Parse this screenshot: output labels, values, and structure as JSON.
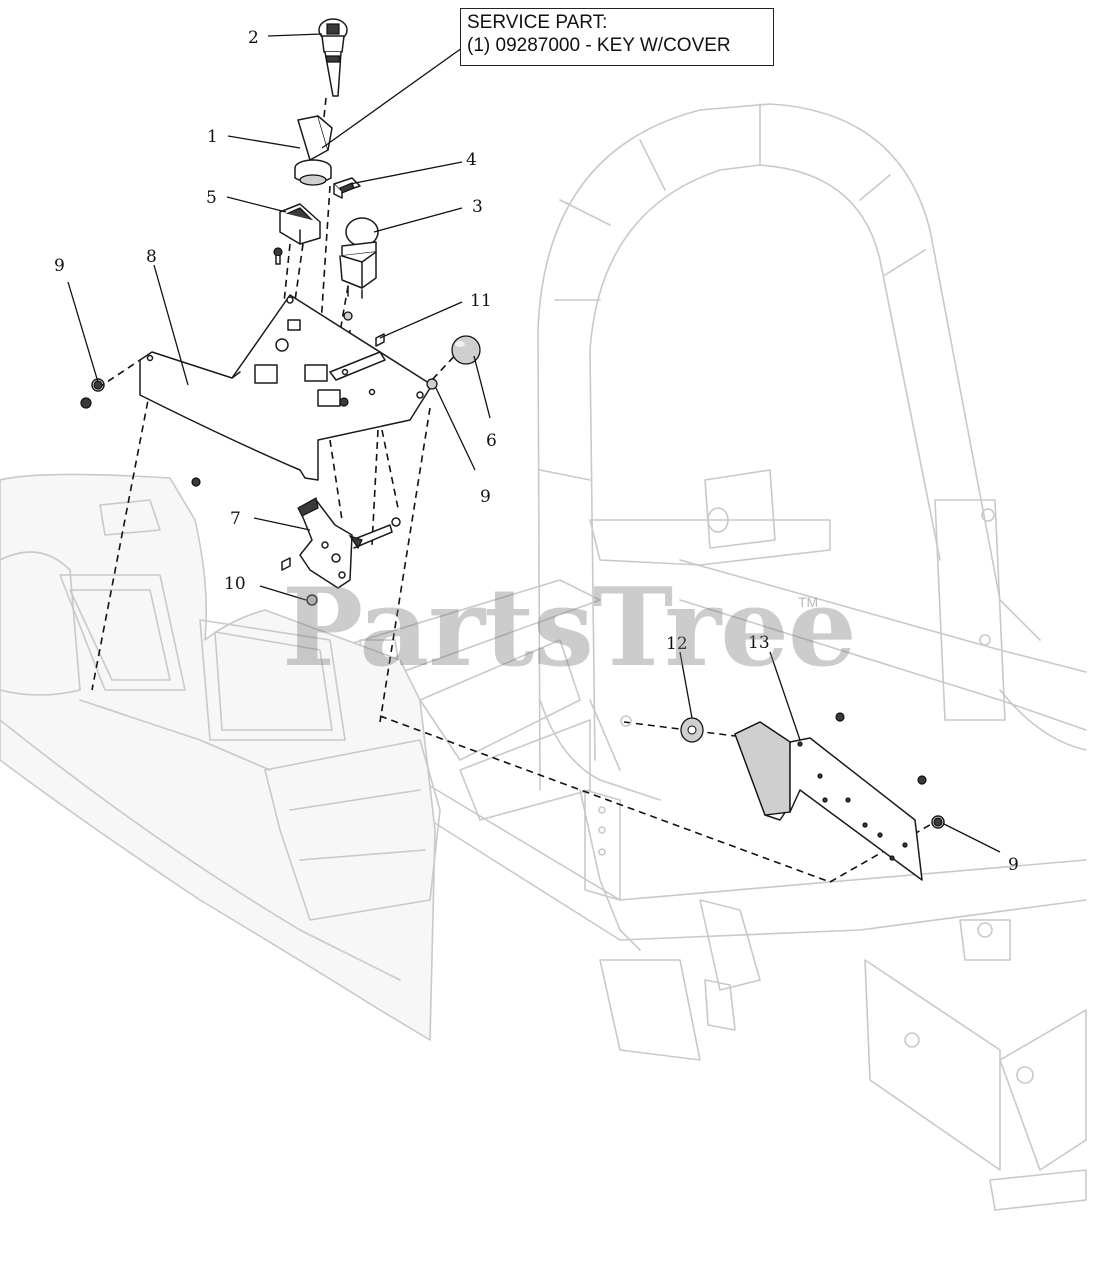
{
  "service_part": {
    "line1": "SERVICE PART:",
    "line2": "(1) 09287000 - KEY W/COVER"
  },
  "watermark": {
    "text": "PartsTree",
    "tm": "TM"
  },
  "callouts": {
    "c1": "1",
    "c2": "2",
    "c3": "3",
    "c4": "4",
    "c5": "5",
    "c6": "6",
    "c7": "7",
    "c8": "8",
    "c9a": "9",
    "c9b": "9",
    "c9c": "9",
    "c10": "10",
    "c11": "11",
    "c12": "12",
    "c13": "13"
  }
}
